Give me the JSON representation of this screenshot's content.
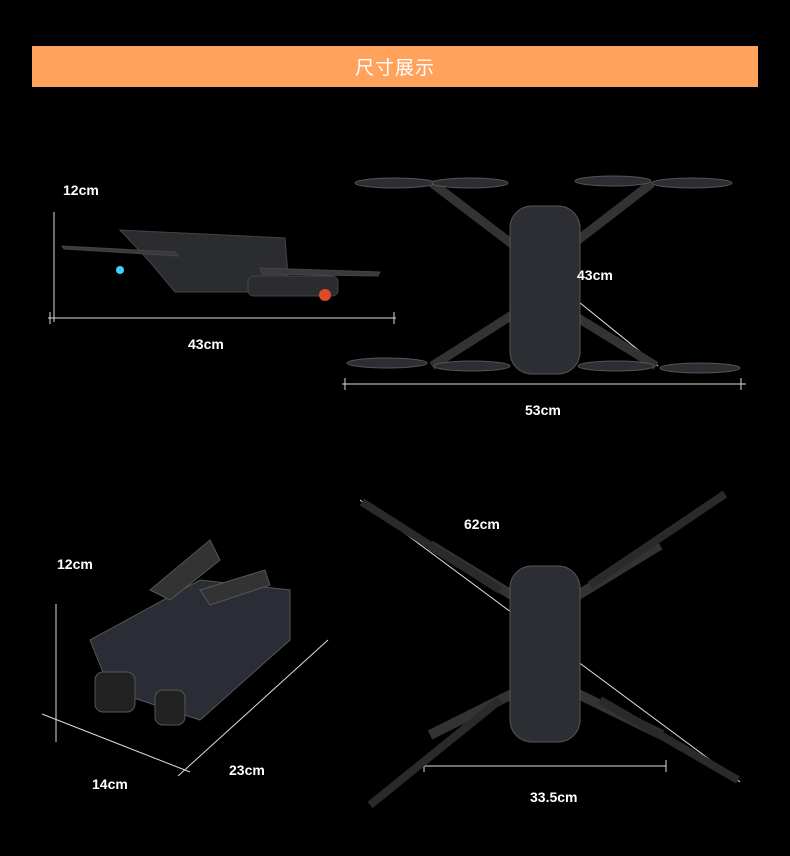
{
  "header": {
    "title": "尺寸展示",
    "color": "#ffa25c"
  },
  "folded_side": {
    "height": "12cm",
    "length": "43cm"
  },
  "unfolded_top": {
    "diagonal": "43cm",
    "width": "53cm"
  },
  "folded_iso": {
    "height": "12cm",
    "width": "14cm",
    "length": "23cm"
  },
  "unfolded_props": {
    "diagonal": "62cm",
    "wheelbase": "33.5cm"
  }
}
